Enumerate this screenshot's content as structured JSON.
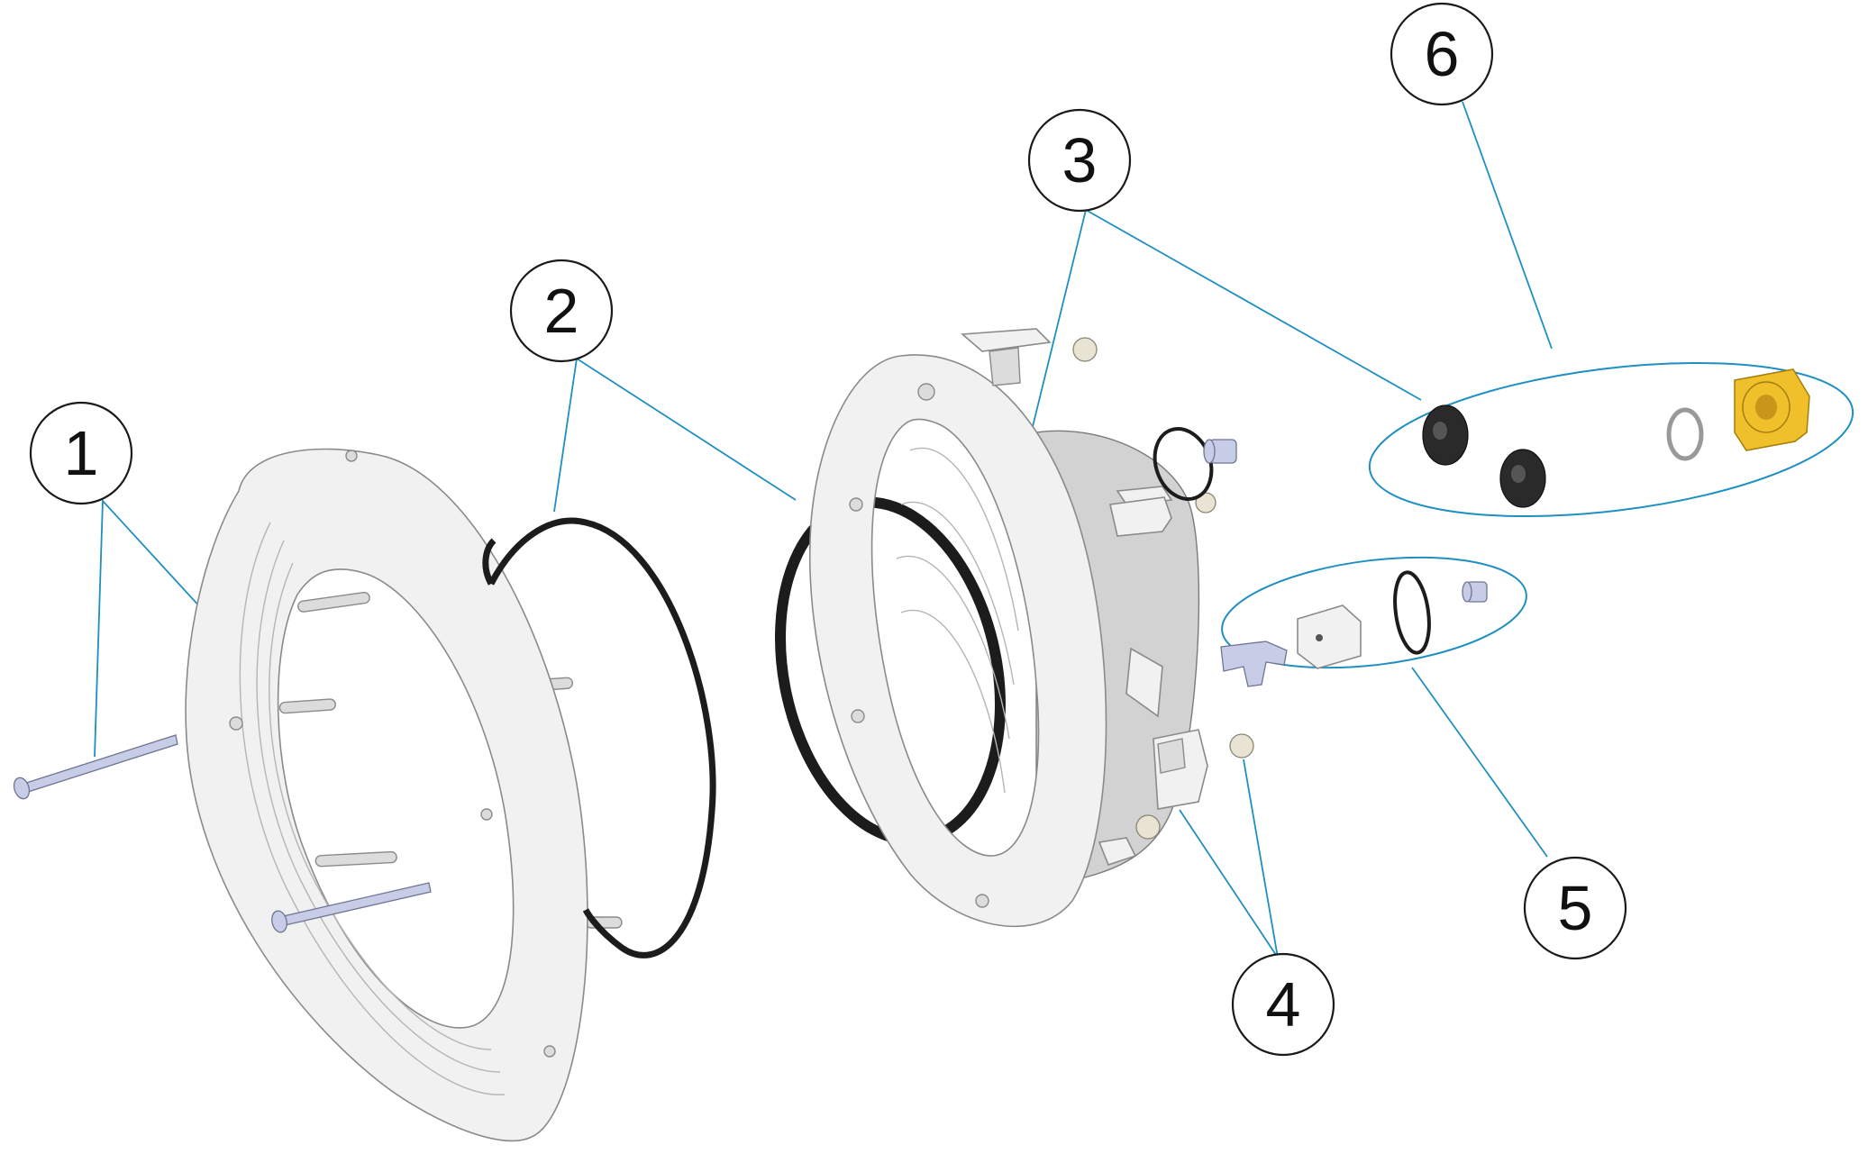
{
  "callouts": [
    {
      "label": "1"
    },
    {
      "label": "2"
    },
    {
      "label": "3"
    },
    {
      "label": "4"
    },
    {
      "label": "5"
    },
    {
      "label": "6"
    }
  ],
  "colors": {
    "leader": "#1f8fc2",
    "part": "#f1f1f1",
    "oring": "#1c1c1c",
    "screw": "#c7cde6",
    "brass": "#efc02a",
    "rubber": "#2a2a2a"
  }
}
